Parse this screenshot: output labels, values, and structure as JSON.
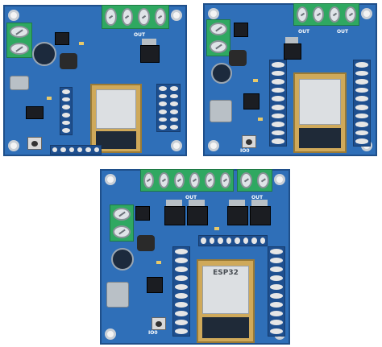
{
  "boards": [
    {
      "id": "board-esp8266",
      "silk": [
        "OUT"
      ],
      "module_label": ""
    },
    {
      "id": "board-esp32-wroom",
      "silk": [
        "OUT",
        "OUT",
        "IO0"
      ],
      "module_label": ""
    },
    {
      "id": "board-esp32-dual",
      "silk": [
        "OUT",
        "OUT",
        "IO0"
      ],
      "module_label": "ESP32"
    }
  ],
  "colors": {
    "pcb": "#2f6fb8",
    "terminal": "#2fa861",
    "module": "#cfa95a"
  }
}
